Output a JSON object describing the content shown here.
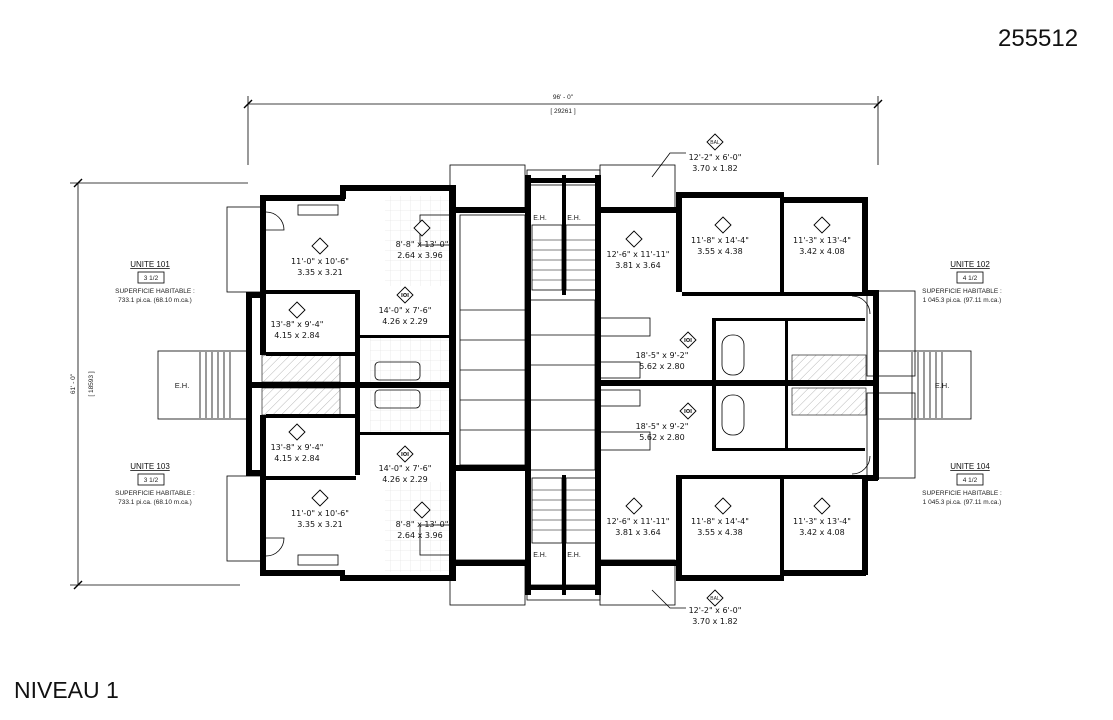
{
  "plan_number": "255512",
  "level_title": "NIVEAU 1",
  "dimensions": {
    "width_imperial": "96' - 0\"",
    "width_metric": "[ 29261 ]",
    "depth_imperial": "61' - 0\"",
    "depth_metric": "[ 18593 ]"
  },
  "units": [
    {
      "name": "UNITE 101",
      "type": "3 1/2",
      "area_label": "SUPERFICIE HABITABLE :",
      "area": "733.1 pi.ca. (68.10 m.ca.)"
    },
    {
      "name": "UNITE 102",
      "type": "4 1/2",
      "area_label": "SUPERFICIE HABITABLE :",
      "area": "1 045.3 pi.ca. (97.11 m.ca.)"
    },
    {
      "name": "UNITE 103",
      "type": "3 1/2",
      "area_label": "SUPERFICIE HABITABLE :",
      "area": "733.1 pi.ca. (68.10 m.ca.)"
    },
    {
      "name": "UNITE 104",
      "type": "4 1/2",
      "area_label": "SUPERFICIE HABITABLE :",
      "area": "1 045.3 pi.ca. (97.11 m.ca.)"
    }
  ],
  "rooms": [
    {
      "icon": "living-room-icon",
      "imperial": "11'-0\" x 10'-6\"",
      "metric": "3.35 x 3.21"
    },
    {
      "icon": "kitchen-icon",
      "imperial": "8'-8\" x 13'-0\"",
      "metric": "2.64 x 3.96"
    },
    {
      "icon": "dining-icon",
      "imperial": "14'-0\" x 7'-6\"",
      "metric": "4.26 x 2.29"
    },
    {
      "icon": "bedroom-icon",
      "imperial": "13'-8\" x 9'-4\"",
      "metric": "4.15 x 2.84"
    },
    {
      "icon": "bedroom-icon",
      "imperial": "13'-8\" x 9'-4\"",
      "metric": "4.15 x 2.84"
    },
    {
      "icon": "dining-icon",
      "imperial": "14'-0\" x 7'-6\"",
      "metric": "4.26 x 2.29"
    },
    {
      "icon": "living-room-icon",
      "imperial": "11'-0\" x 10'-6\"",
      "metric": "3.35 x 3.21"
    },
    {
      "icon": "kitchen-icon",
      "imperial": "8'-8\" x 13'-0\"",
      "metric": "2.64 x 3.96"
    },
    {
      "icon": "living-room-icon",
      "imperial": "12'-6\" x 11'-11\"",
      "metric": "3.81 x 3.64"
    },
    {
      "icon": "bedroom-1-icon",
      "imperial": "11'-8\" x 14'-4\"",
      "metric": "3.55 x 4.38"
    },
    {
      "icon": "bedroom-2-icon",
      "imperial": "11'-3\" x 13'-4\"",
      "metric": "3.42 x 4.08"
    },
    {
      "icon": "kitchen-dining-icon",
      "imperial": "18'-5\" x 9'-2\"",
      "metric": "5.62 x 2.80"
    },
    {
      "icon": "kitchen-dining-icon",
      "imperial": "18'-5\" x 9'-2\"",
      "metric": "5.62 x 2.80"
    },
    {
      "icon": "living-room-icon",
      "imperial": "12'-6\" x 11'-11\"",
      "metric": "3.81 x 3.64"
    },
    {
      "icon": "bedroom-1-icon",
      "imperial": "11'-8\" x 14'-4\"",
      "metric": "3.55 x 4.38"
    },
    {
      "icon": "bedroom-2-icon",
      "imperial": "11'-3\" x 13'-4\"",
      "metric": "3.42 x 4.08"
    }
  ],
  "balconies": [
    {
      "tag": "BAL",
      "imperial": "12'-2\" x 6'-0\"",
      "metric": "3.70 x 1.82"
    },
    {
      "tag": "BAL",
      "imperial": "12'-2\" x 6'-0\"",
      "metric": "3.70 x 1.82"
    }
  ],
  "mechanical_label": "E.H.",
  "dining_icon_text": "IOI"
}
